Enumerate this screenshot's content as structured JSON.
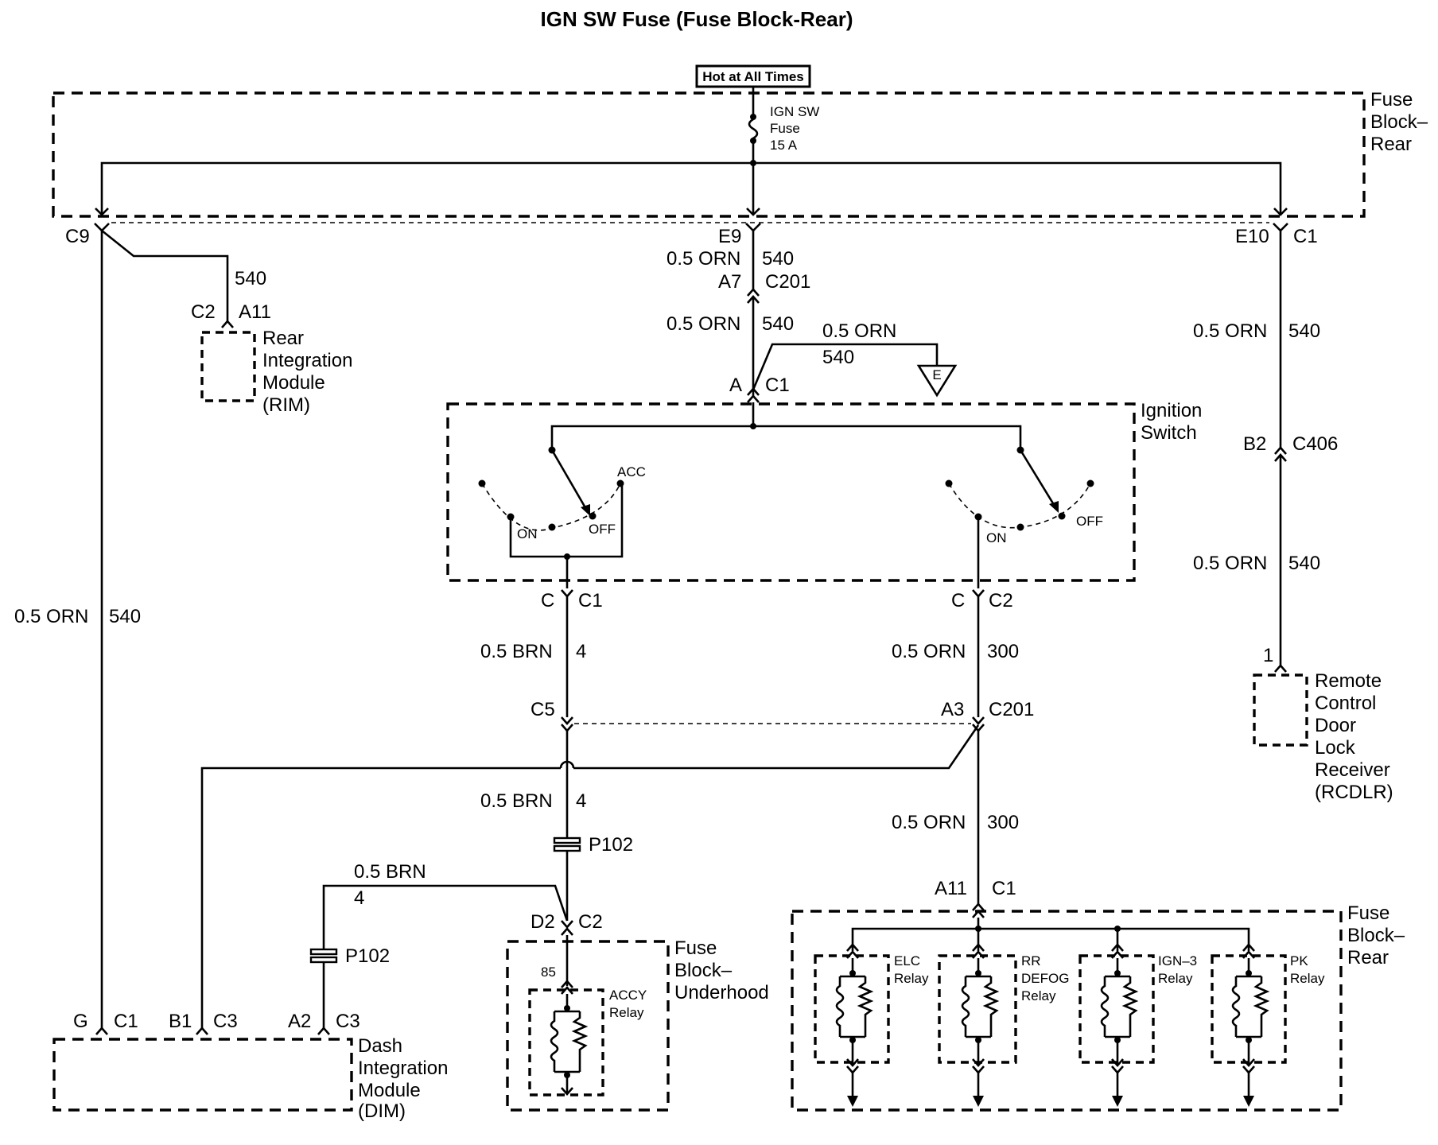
{
  "title": "IGN SW Fuse (Fuse Block-Rear)",
  "hot_label": "Hot at All Times",
  "fuse": {
    "name": "IGN SW",
    "line2": "Fuse",
    "rating": "15 A"
  },
  "components": {
    "fuse_block_rear_top": [
      "Fuse",
      "Block–",
      "Rear"
    ],
    "fuse_block_rear_bottom": [
      "Fuse",
      "Block–",
      "Rear"
    ],
    "fuse_block_underhood": [
      "Fuse",
      "Block–",
      "Underhood"
    ],
    "rim": [
      "Rear",
      "Integration",
      "Module",
      "(RIM)"
    ],
    "ignition_switch": [
      "Ignition",
      "Switch"
    ],
    "rcdlr": [
      "Remote",
      "Control",
      "Door",
      "Lock",
      "Receiver",
      "(RCDLR)"
    ],
    "dim": [
      "Dash",
      "Integration",
      "Module",
      "(DIM)"
    ]
  },
  "switch_positions": {
    "acc": "ACC",
    "on1": "ON",
    "off1": "OFF",
    "on2": "ON",
    "off2": "OFF"
  },
  "connectors": {
    "c9": "C9",
    "e9": "E9",
    "e10": "E10",
    "c1_right": "C1",
    "a7": "A7",
    "c201_top": "C201",
    "c2_rim": "C2",
    "a11_rim": "A11",
    "a_sw": "A",
    "c1_sw": "C1",
    "c_left": "C",
    "c1_left": "C1",
    "c_right": "C",
    "c2_right": "C2",
    "c5": "C5",
    "a3": "A3",
    "c201_mid": "C201",
    "b2": "B2",
    "c406": "C406",
    "pin1": "1",
    "p102_right": "P102",
    "p102_left": "P102",
    "d2": "D2",
    "c2_uh": "C2",
    "pin85": "85",
    "a11_fb": "A11",
    "c1_fb": "C1",
    "g": "G",
    "c1_dim": "C1",
    "b1": "B1",
    "c3_b1": "C3",
    "a2": "A2",
    "c3_a2": "C3"
  },
  "wires": {
    "w_540_rim": "540",
    "w_orn_e9": "0.5 ORN",
    "w_540_e9": "540",
    "w_orn_a7": "0.5 ORN",
    "w_540_a7": "540",
    "w_orn_branch": "0.5 ORN",
    "w_540_branch": "540",
    "w_orn_r1": "0.5 ORN",
    "w_540_r1": "540",
    "w_orn_r2": "0.5 ORN",
    "w_540_r2": "540",
    "w_orn_left": "0.5 ORN",
    "w_540_left": "540",
    "w_brn_1": "0.5 BRN",
    "w_4_1": "4",
    "w_orn_300a": "0.5 ORN",
    "w_300_a": "300",
    "w_brn_2": "0.5 BRN",
    "w_4_2": "4",
    "w_orn_300b": "0.5 ORN",
    "w_300_b": "300",
    "w_brn_3": "0.5 BRN",
    "w_4_3": "4"
  },
  "splice_label": "E",
  "relays": {
    "accy": [
      "ACCY",
      "Relay"
    ],
    "elc": [
      "ELC",
      "Relay"
    ],
    "rr_defog": [
      "RR",
      "DEFOG",
      "Relay"
    ],
    "ign3": [
      "IGN–3",
      "Relay"
    ],
    "pk": [
      "PK",
      "Relay"
    ]
  }
}
